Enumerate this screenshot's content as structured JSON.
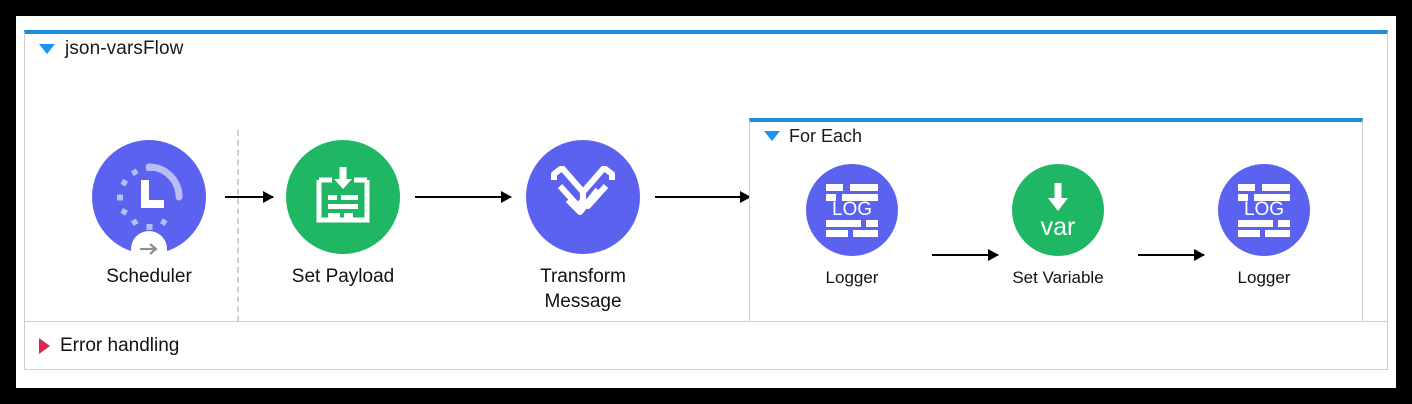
{
  "flow": {
    "title": "json-varsFlow",
    "toggle_icon": "triangle-down-icon",
    "accent_color": "#1b8ddd",
    "toggle_color": "#1b93f0"
  },
  "source_separator": "dashed-vertical-divider",
  "nodes": [
    {
      "id": "scheduler",
      "label": "Scheduler",
      "icon": "scheduler-clock-icon",
      "color": "#5c62f0",
      "badge": "source-arrow-badge"
    },
    {
      "id": "set-payload",
      "label": "Set Payload",
      "icon": "set-payload-icon",
      "color": "#1fb763"
    },
    {
      "id": "transform-message",
      "label": "Transform\nMessage",
      "icon": "dataweave-transform-icon",
      "color": "#5c62f0"
    }
  ],
  "scope": {
    "title": "For Each",
    "toggle_icon": "triangle-down-icon",
    "accent_color": "#1b8ddd",
    "nodes": [
      {
        "id": "logger-1",
        "label": "Logger",
        "icon": "logger-icon",
        "icon_text": "LOG",
        "color": "#5c62f0"
      },
      {
        "id": "set-variable",
        "label": "Set Variable",
        "icon": "set-variable-icon",
        "icon_text": "var",
        "color": "#1fb763"
      },
      {
        "id": "logger-2",
        "label": "Logger",
        "icon": "logger-icon",
        "icon_text": "LOG",
        "color": "#5c62f0"
      }
    ]
  },
  "error_handling": {
    "title": "Error handling",
    "toggle_icon": "triangle-right-icon",
    "toggle_color": "#d92a4e"
  },
  "connectors": [
    "scheduler-to-set-payload",
    "set-payload-to-transform-message",
    "transform-message-to-for-each",
    "logger1-to-set-variable",
    "set-variable-to-logger2"
  ]
}
